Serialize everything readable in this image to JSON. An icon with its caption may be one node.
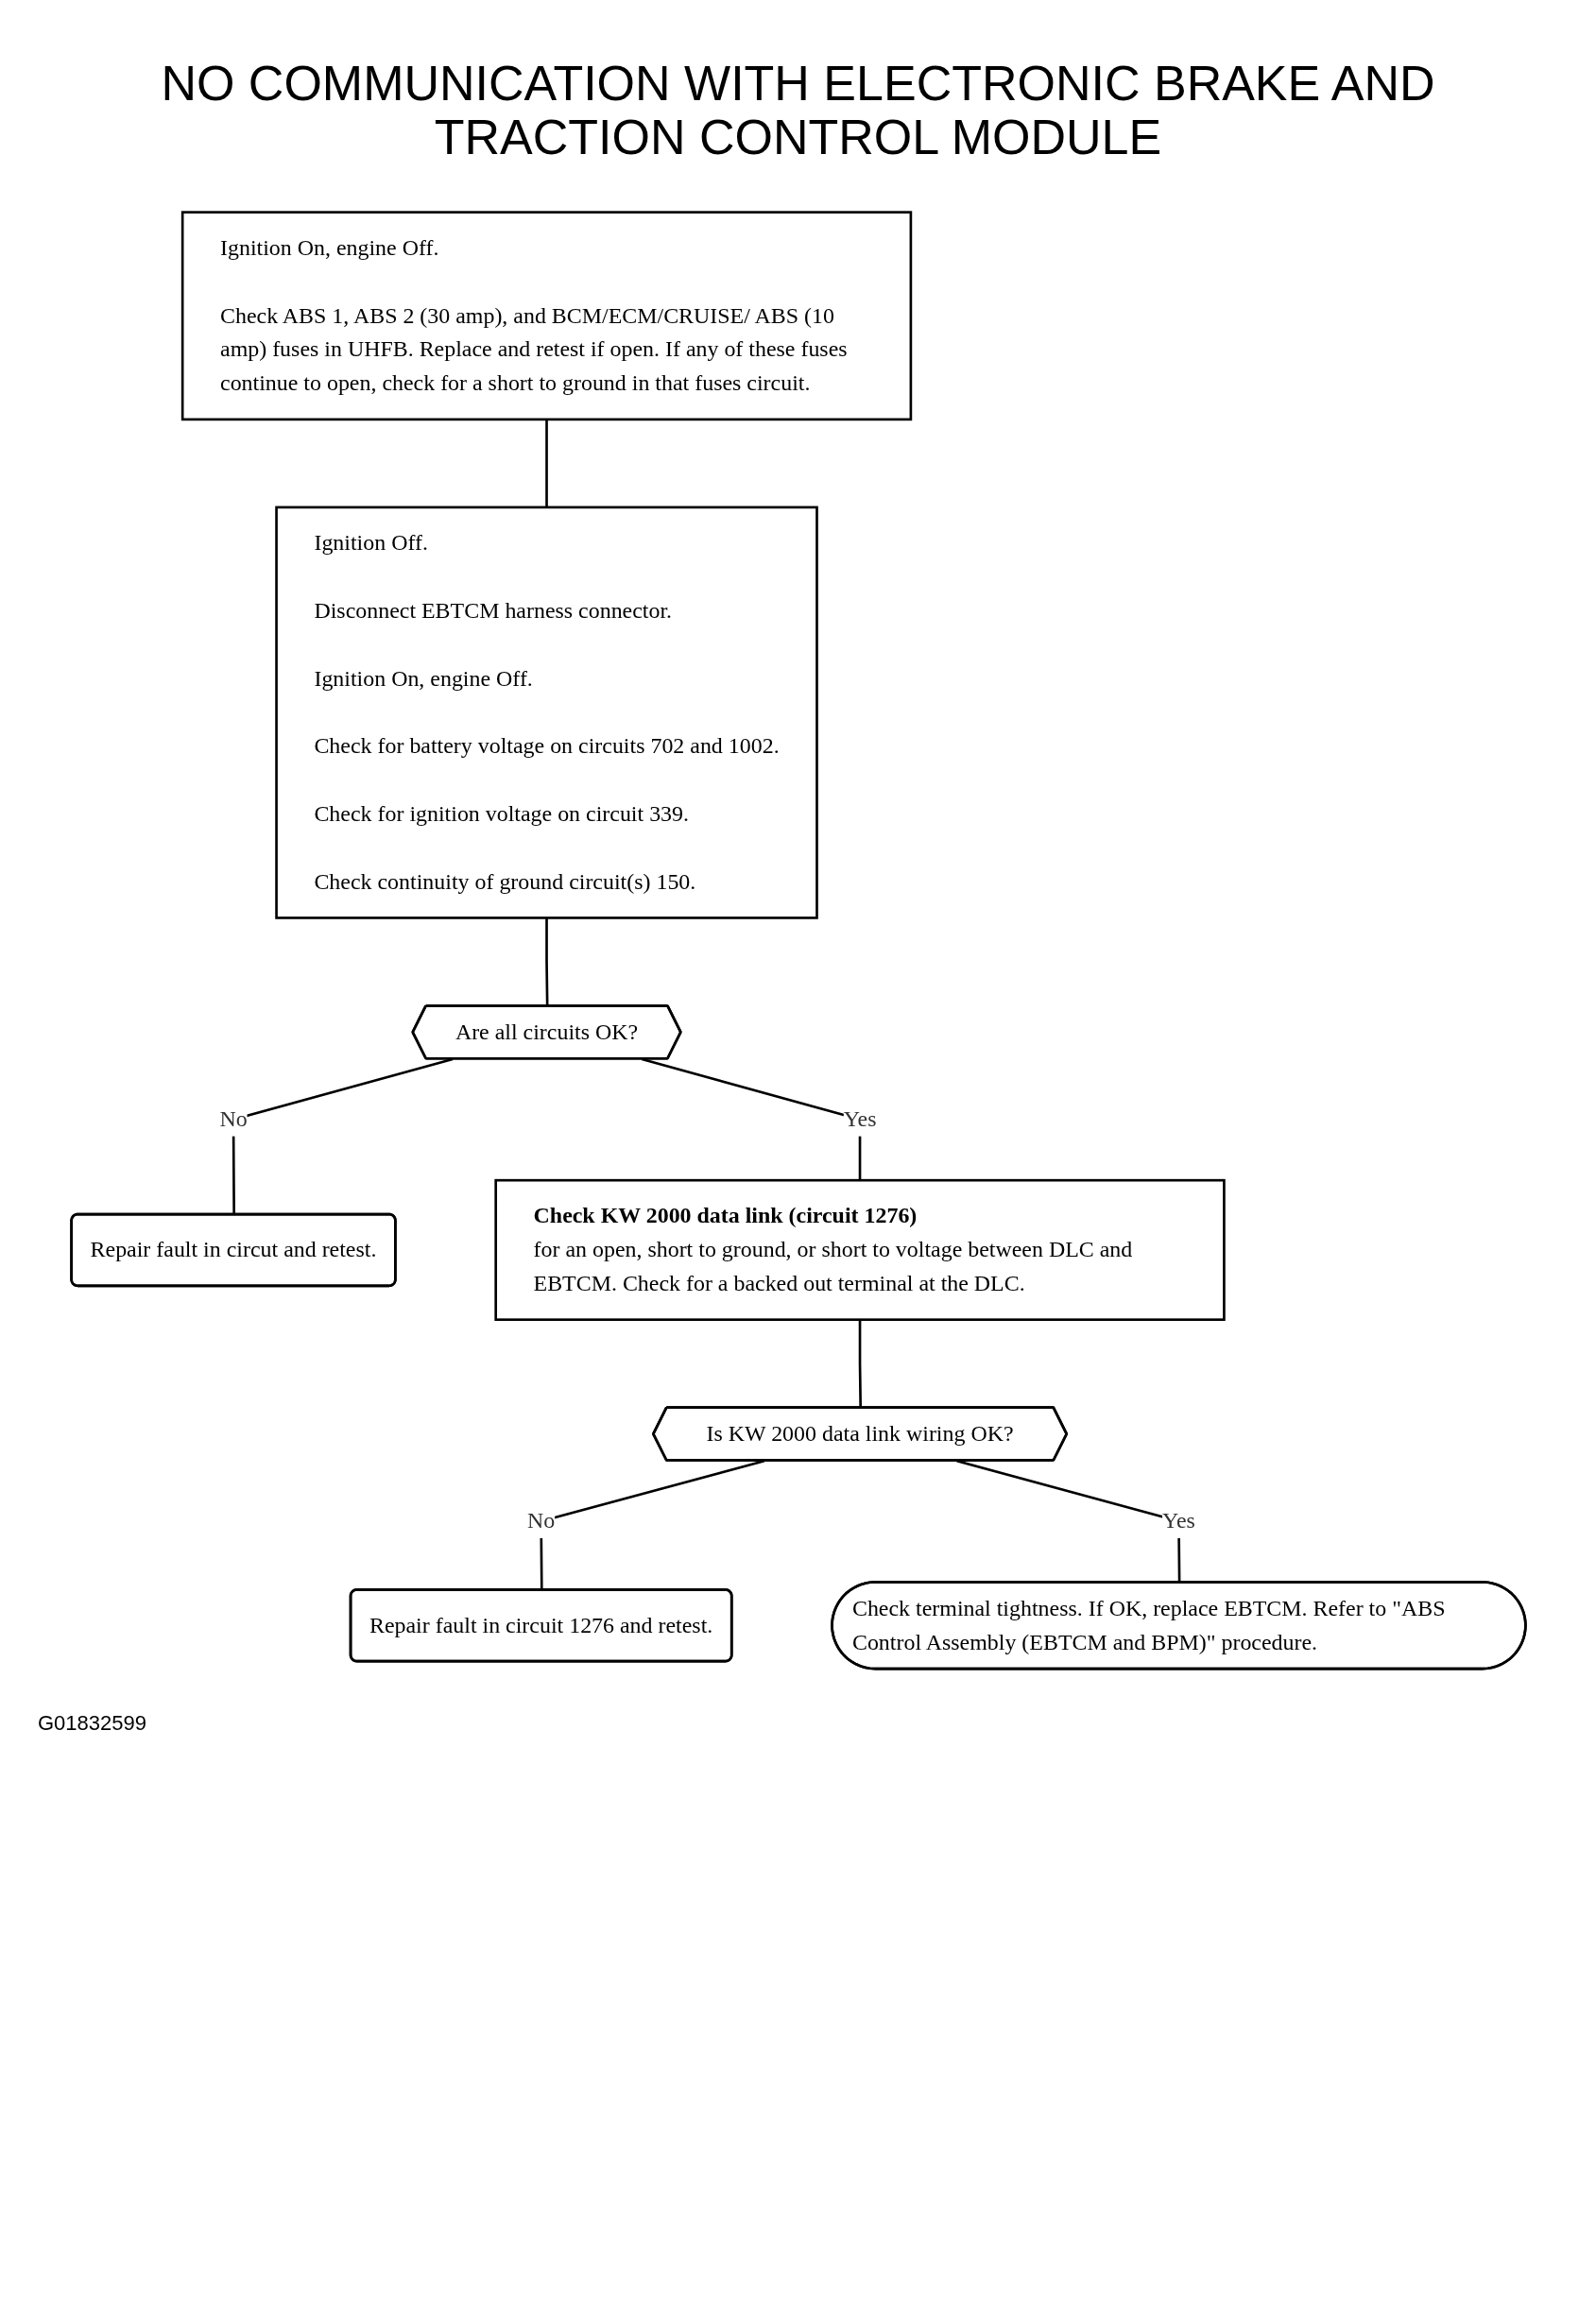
{
  "diagram": {
    "title": "NO COMMUNICATION WITH ELECTRONIC BRAKE AND TRACTION CONTROL MODULE",
    "nodes": [
      {
        "text": [
          "Ignition On, engine Off.",
          "Check ABS 1, ABS 2 (30 amp), and BCM/ECM/CRUISE/ ABS (10 amp) fuses in UHFB. Replace and retest if open. If any of these fuses continue to open, check for a short to ground in that fuses circuit."
        ]
      },
      {
        "text": [
          "Ignition Off.",
          "Disconnect EBTCM harness connector.",
          "Ignition On, engine Off.",
          "Check for battery voltage on circuits 702 and 1002.",
          "Check for ignition voltage on circuit 339.",
          "Check continuity of ground circuit(s) 150."
        ]
      },
      {
        "text": [
          "Are all circuits OK?"
        ]
      },
      {
        "text": [
          "Repair fault in circut and retest."
        ]
      },
      {
        "text": [
          "Check KW 2000 data link (circuit 1276)",
          "for an open, short to ground, or short to voltage between DLC and EBTCM. Check for a backed out terminal at the DLC."
        ]
      },
      {
        "text": [
          "Is KW 2000 data link wiring OK?"
        ]
      },
      {
        "text": [
          "Repair fault in circuit 1276 and retest."
        ]
      },
      {
        "text": [
          "Check terminal tightness. If OK, replace EBTCM. Refer to \"ABS Control Assembly (EBTCM and BPM)\" procedure."
        ]
      }
    ],
    "edges": [
      {
        "from": 0,
        "to": 1,
        "arrow": "none"
      },
      {
        "from": 1,
        "to": 2,
        "arrow": "none"
      },
      {
        "from": 2,
        "to": 3,
        "arrow": "none",
        "label": "No"
      },
      {
        "from": 2,
        "to": 4,
        "arrow": "none",
        "label": "Yes"
      },
      {
        "from": 4,
        "to": 5,
        "arrow": "none"
      },
      {
        "from": 5,
        "to": 6,
        "arrow": "none",
        "label": "No"
      },
      {
        "from": 5,
        "to": 7,
        "arrow": "none",
        "label": "Yes"
      }
    ],
    "labels": [
      "G01832599"
    ]
  }
}
